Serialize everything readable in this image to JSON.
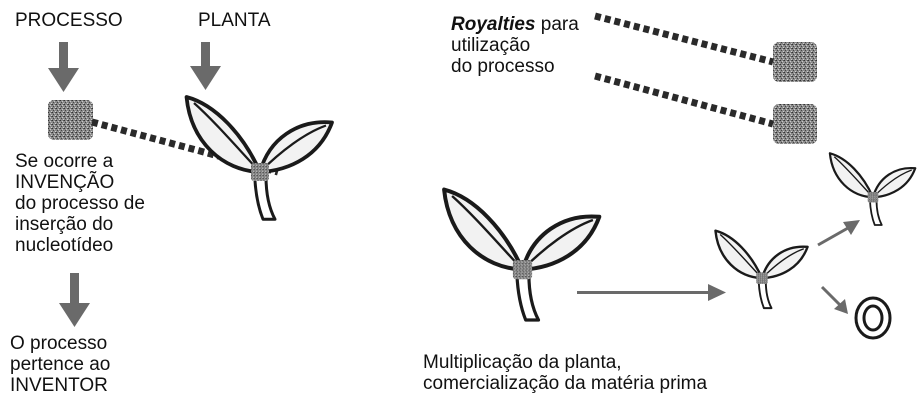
{
  "labels": {
    "processo": "PROCESSO",
    "planta": "PLANTA",
    "invention_lines": [
      "Se ocorre a",
      "INVENÇÃO",
      "do processo de",
      "inserção do",
      "nucleotídeo"
    ],
    "owner_lines": [
      "O processo",
      "pertence ao",
      "INVENTOR"
    ],
    "royalties_emphasis": "Royalties",
    "royalties_rest": " para",
    "royalties_lines": [
      "utilização",
      "do processo"
    ],
    "multiplication_lines": [
      "Multiplicação da planta,",
      "comercialização da matéria prima"
    ]
  },
  "colors": {
    "arrow": "#6a6a6a",
    "outline": "#1a1a1a",
    "leaf_fill": "#f2f2f2",
    "square_fill": "#7a7a7a",
    "dots": "#2a2a2a"
  }
}
